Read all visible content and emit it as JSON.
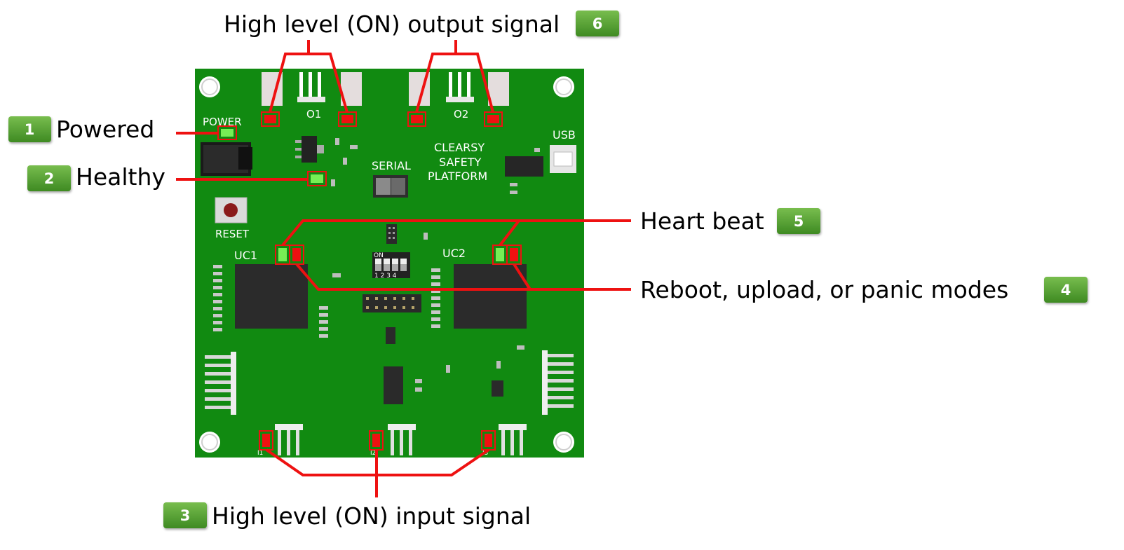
{
  "callouts": [
    {
      "number": "1",
      "label": "Powered"
    },
    {
      "number": "2",
      "label": "Healthy"
    },
    {
      "number": "3",
      "label": "High level (ON) input signal"
    },
    {
      "number": "4",
      "label": "Reboot, upload, or panic modes"
    },
    {
      "number": "5",
      "label": "Heart beat"
    },
    {
      "number": "6",
      "label": "High level (ON) output signal"
    }
  ],
  "board": {
    "power_label": "POWER",
    "reset_label": "RESET",
    "serial_label": "SERIAL",
    "usb_label": "USB",
    "platform_line1": "CLEARSY",
    "platform_line2": "SAFETY",
    "platform_line3": "PLATFORM",
    "uc1_label": "UC1",
    "uc2_label": "UC2",
    "o1_label": "O1",
    "o2_label": "O2",
    "i1_label": "I1",
    "i2_label": "I2",
    "i3_label": "I3",
    "dip_on_label": "ON",
    "dip_numbers": "1 2 3 4"
  },
  "colors": {
    "board_green": "#118a11",
    "led_green": "#77ee55",
    "led_red": "#ee1111",
    "callout_line": "#ee1111",
    "badge_green": "#55a030"
  }
}
